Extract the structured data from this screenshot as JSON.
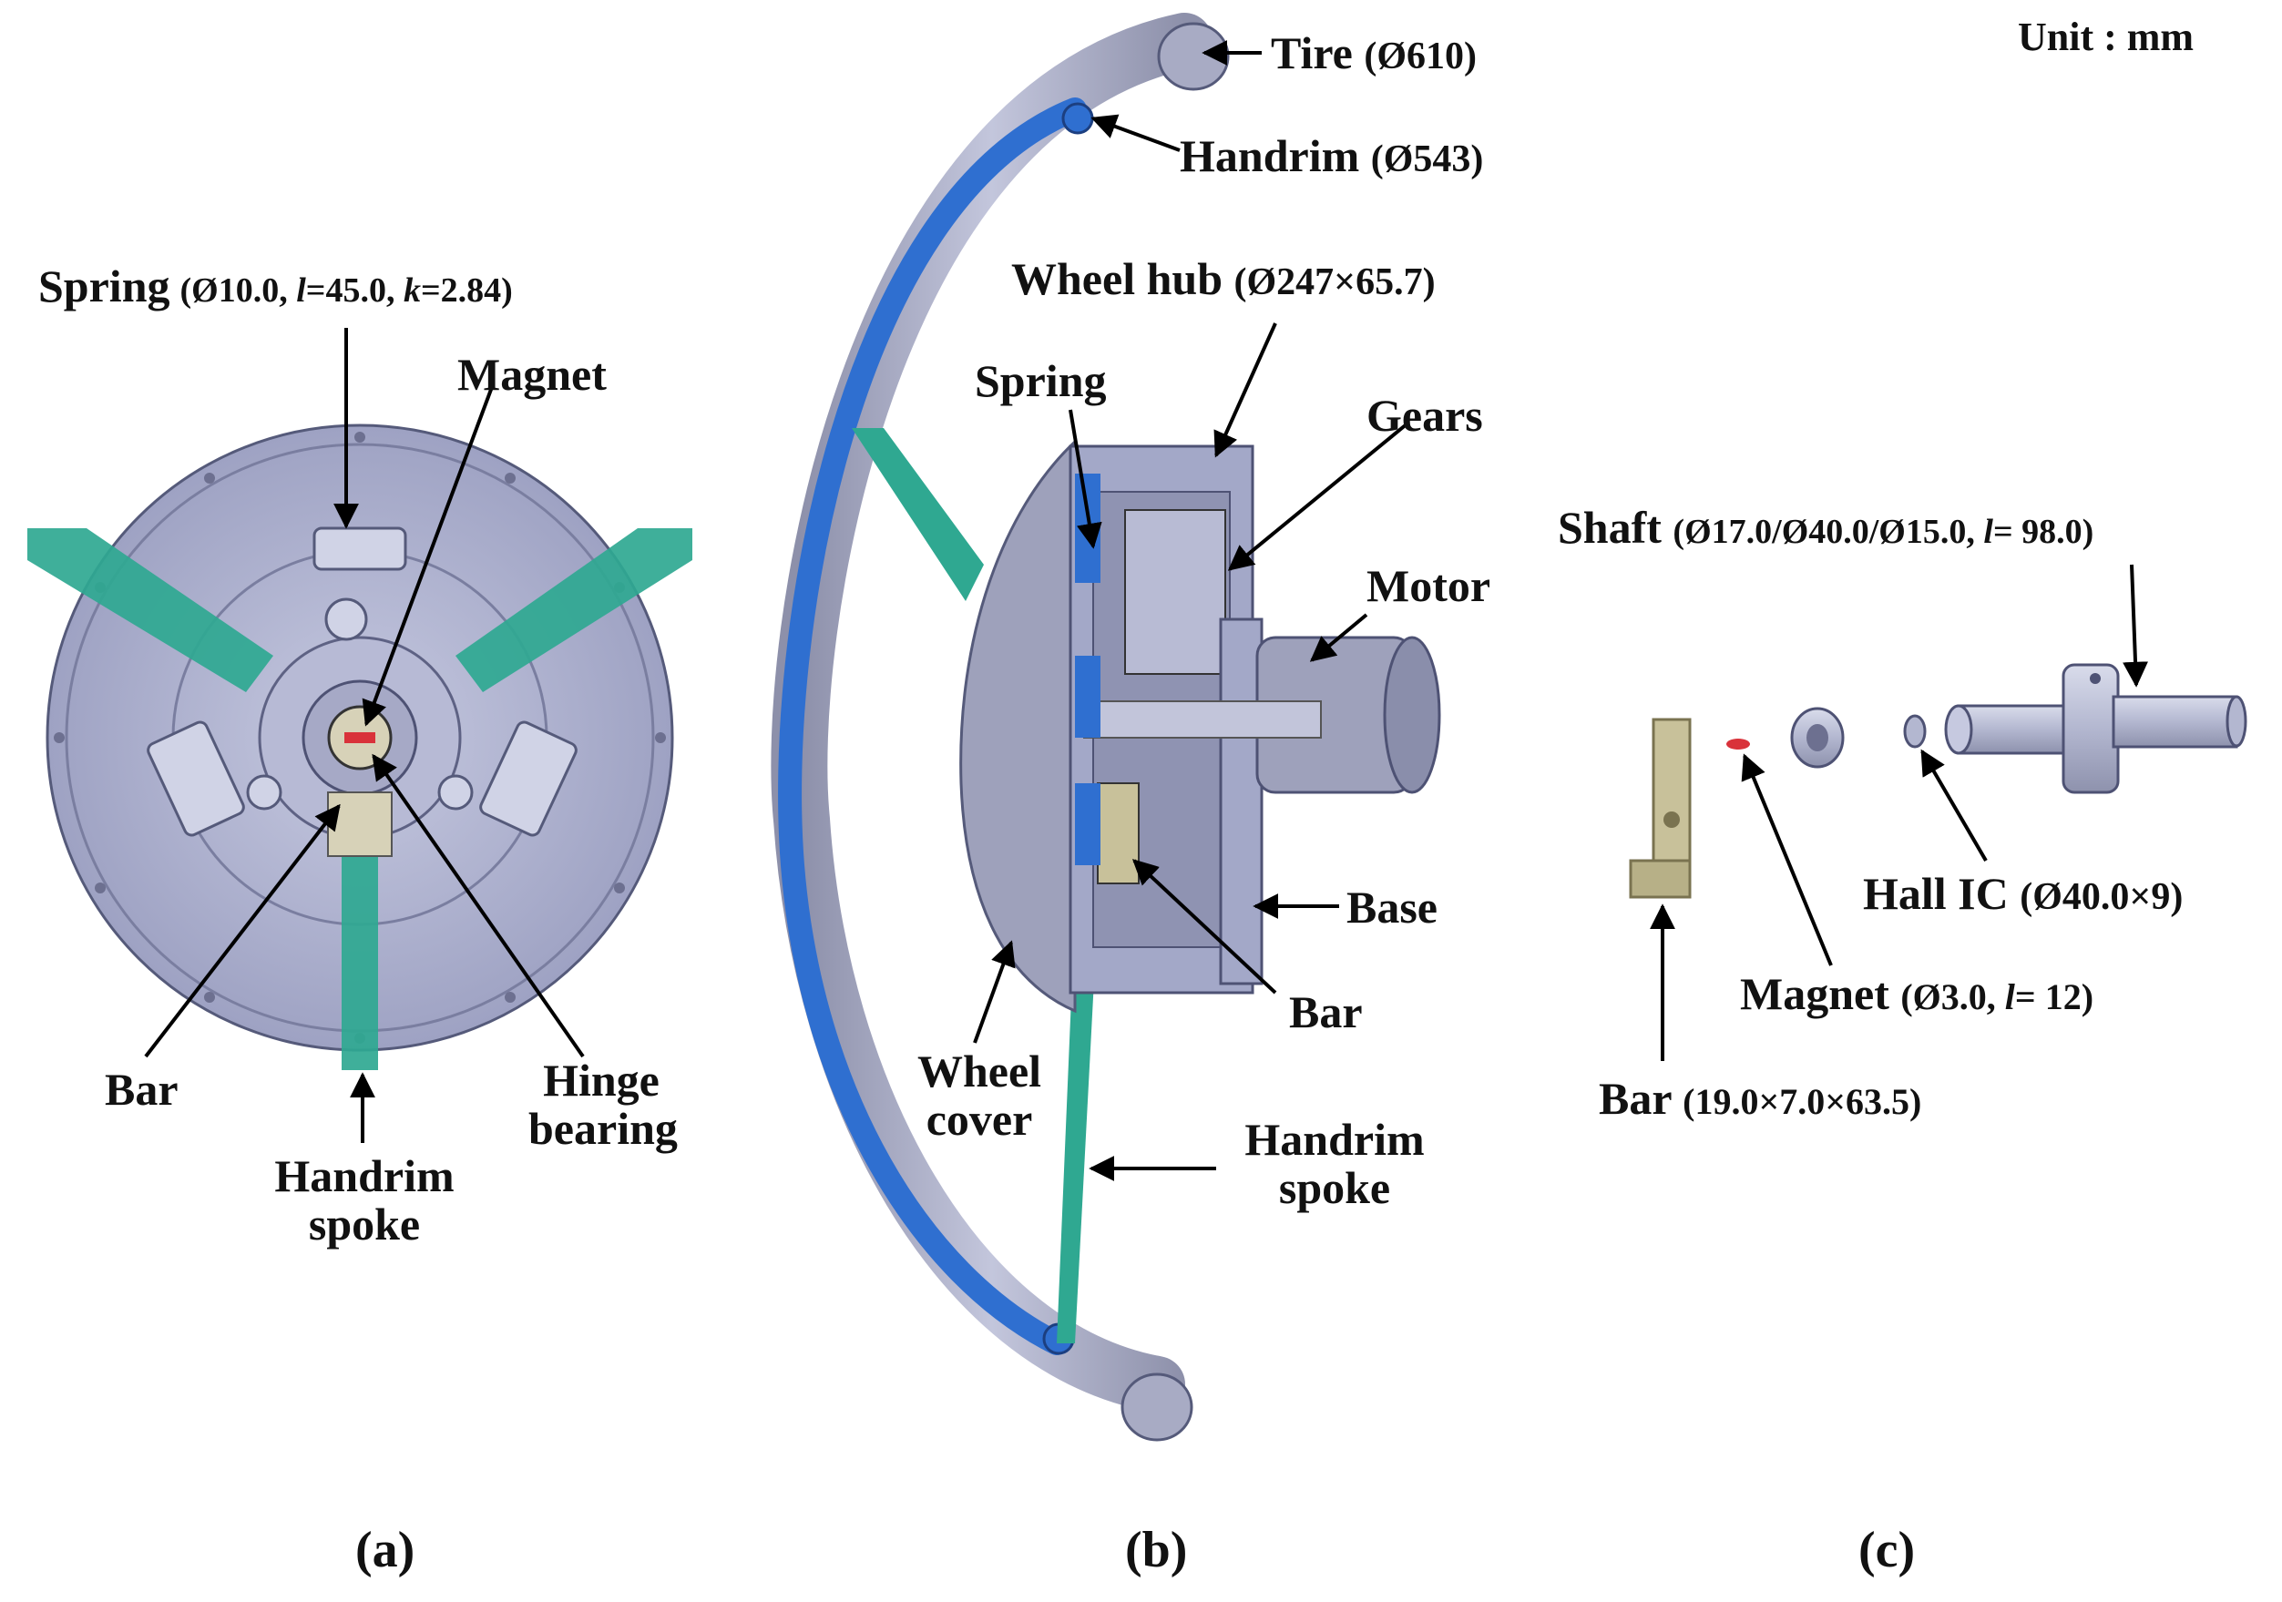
{
  "unit": "Unit : mm",
  "panel_a": {
    "caption": "(a)",
    "spring": {
      "name": "Spring",
      "spec_pre": "(Ø10.0, ",
      "l_var": "l",
      "l_val": "=45.0, ",
      "k_var": "k",
      "k_val": "=2.84)"
    },
    "magnet": "Magnet",
    "bar": "Bar",
    "hinge_line1": "Hinge",
    "hinge_line2": "bearing",
    "handrim_line1": "Handrim",
    "handrim_line2": "spoke"
  },
  "panel_b": {
    "caption": "(b)",
    "tire_name": "Tire",
    "tire_spec": "(Ø610)",
    "handrim_name": "Handrim",
    "handrim_spec": "(Ø543)",
    "hub_name": "Wheel hub",
    "hub_spec": "(Ø247×65.7)",
    "spring": "Spring",
    "gears": "Gears",
    "motor": "Motor",
    "base": "Base",
    "bar": "Bar",
    "cover_line1": "Wheel",
    "cover_line2": "cover",
    "spoke_line1": "Handrim",
    "spoke_line2": "spoke"
  },
  "panel_c": {
    "caption": "(c)",
    "shaft_name": "Shaft",
    "shaft_spec_pre": "(Ø17.0/Ø40.0/Ø15.0, ",
    "shaft_l": "l",
    "shaft_l_val": "= 98.0)",
    "hall_name": "Hall IC",
    "hall_spec": "(Ø40.0×9)",
    "magnet_name": "Magnet",
    "magnet_spec_pre": "(Ø3.0, ",
    "magnet_l": "l",
    "magnet_l_val": "= 12)",
    "bar_name": "Bar",
    "bar_spec": "(19.0×7.0×63.5)"
  },
  "colors": {
    "hub_gray": "#a3a8c8",
    "hub_dark": "#6d7090",
    "spoke_teal": "#2fa891",
    "handrim_blue": "#2f6fd0",
    "tire_gray": "#9ea1b8",
    "bar_tan": "#c8c19a",
    "magnet_red": "#d9323a"
  }
}
